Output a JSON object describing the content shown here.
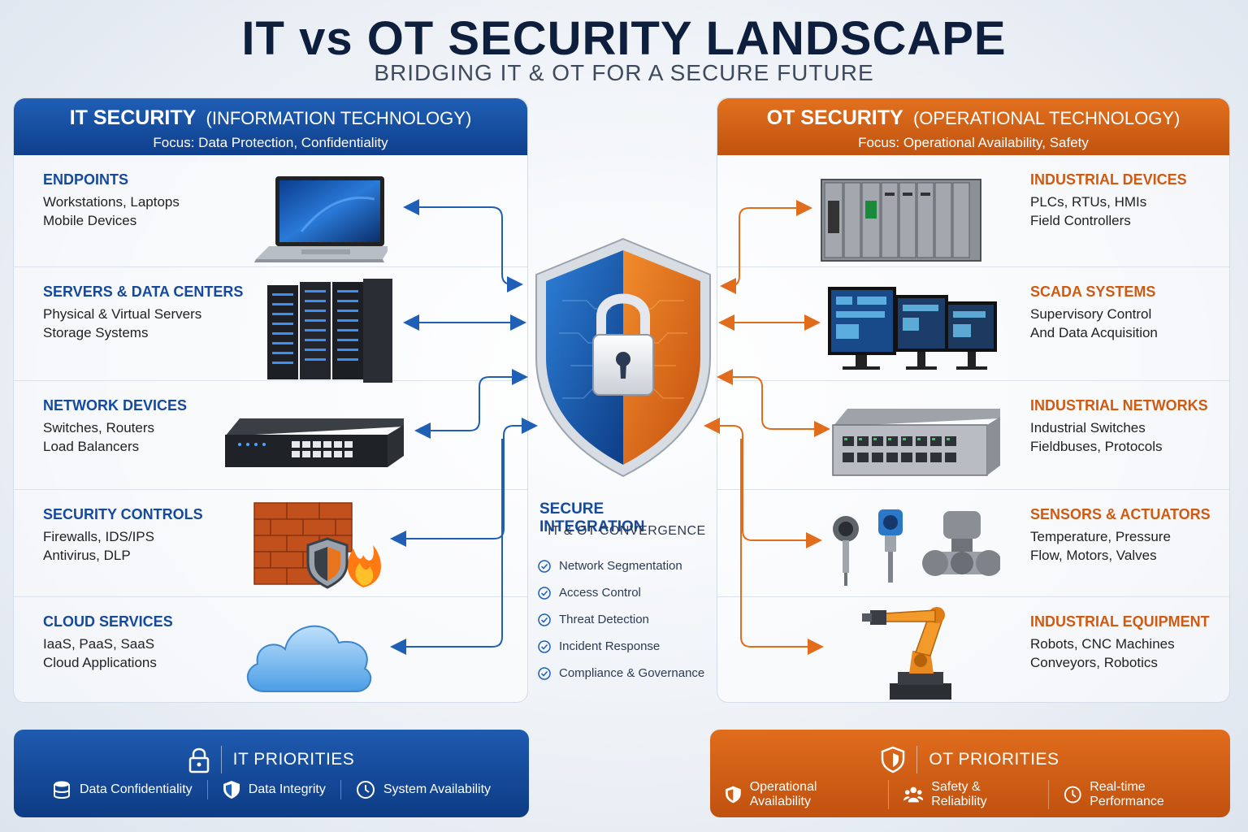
{
  "header": {
    "title": "IT vs OT SECURITY LANDSCAPE",
    "subtitle": "BRIDGING IT & OT FOR A SECURE FUTURE"
  },
  "it_panel": {
    "title": "IT SECURITY",
    "title_suffix": "(INFORMATION TECHNOLOGY)",
    "focus": "Focus: Data Protection, Confidentiality",
    "rows": [
      {
        "title": "ENDPOINTS",
        "line1": "Workstations, Laptops",
        "line2": "Mobile Devices",
        "icon": "laptop-icon"
      },
      {
        "title": "SERVERS & DATA CENTERS",
        "line1": "Physical & Virtual Servers",
        "line2": "Storage Systems",
        "icon": "server-rack-icon"
      },
      {
        "title": "NETWORK DEVICES",
        "line1": "Switches, Routers",
        "line2": "Load Balancers",
        "icon": "network-switch-icon"
      },
      {
        "title": "SECURITY CONTROLS",
        "line1": "Firewalls, IDS/IPS",
        "line2": "Antivirus, DLP",
        "icon": "firewall-icon"
      },
      {
        "title": "CLOUD SERVICES",
        "line1": "IaaS, PaaS, SaaS",
        "line2": "Cloud Applications",
        "icon": "cloud-icon"
      }
    ]
  },
  "ot_panel": {
    "title": "OT SECURITY",
    "title_suffix": "(OPERATIONAL TECHNOLOGY)",
    "focus": "Focus: Operational Availability, Safety",
    "rows": [
      {
        "title": "INDUSTRIAL DEVICES",
        "line1": "PLCs, RTUs, HMIs",
        "line2": "Field Controllers",
        "icon": "plc-icon"
      },
      {
        "title": "SCADA SYSTEMS",
        "line1": "Supervisory Control",
        "line2": "And Data Acquisition",
        "icon": "scada-monitors-icon"
      },
      {
        "title": "INDUSTRIAL NETWORKS",
        "line1": "Industrial Switches",
        "line2": "Fieldbuses, Protocols",
        "icon": "industrial-switch-icon"
      },
      {
        "title": "SENSORS & ACTUATORS",
        "line1": "Temperature, Pressure",
        "line2": "Flow, Motors, Valves",
        "icon": "sensors-icon"
      },
      {
        "title": "INDUSTRIAL EQUIPMENT",
        "line1": "Robots, CNC Machines",
        "line2": "Conveyors, Robotics",
        "icon": "robot-arm-icon"
      }
    ]
  },
  "center": {
    "title": "SECURE INTEGRATION",
    "subtitle": "IT & OT CONVERGENCE",
    "checklist": [
      "Network Segmentation",
      "Access Control",
      "Threat Detection",
      "Incident Response",
      "Compliance & Governance"
    ]
  },
  "it_priorities": {
    "title": "IT PRIORITIES",
    "items": [
      {
        "label": "Data Confidentiality",
        "icon": "database-icon"
      },
      {
        "label": "Data Integrity",
        "icon": "shield-icon"
      },
      {
        "label": "System Availability",
        "icon": "clock-icon"
      }
    ]
  },
  "ot_priorities": {
    "title": "OT PRIORITIES",
    "items": [
      {
        "label": "Operational Availability",
        "icon": "shield-icon"
      },
      {
        "label": "Safety & Reliability",
        "icon": "people-icon"
      },
      {
        "label": "Real-time Performance",
        "icon": "clock-icon"
      }
    ]
  },
  "colors": {
    "it_blue": "#1f5fb5",
    "ot_orange": "#e2701e",
    "title_navy": "#0d1f3c"
  }
}
